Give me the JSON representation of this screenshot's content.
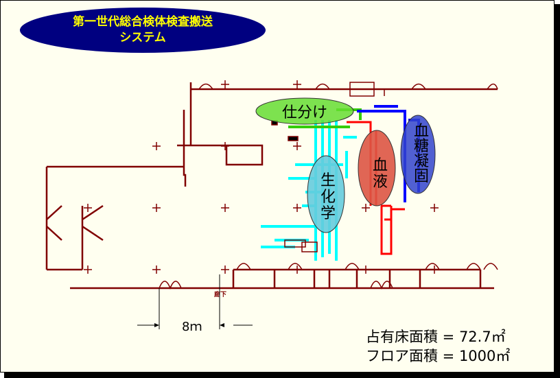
{
  "title": {
    "line1": "第一世代総合検体検査搬送",
    "line2": "システム"
  },
  "zones": {
    "sorting": "仕分け",
    "biochem": [
      "生",
      "化",
      "学"
    ],
    "blood": [
      "血",
      "液"
    ],
    "coag": [
      "血",
      "糖",
      "凝",
      "固"
    ]
  },
  "corridor_label": "廊下",
  "scale_label": "8ｍ",
  "info": {
    "occupied_area": "占有床面積 = 72.7㎡",
    "floor_area": "フロア面積 = 1000㎡"
  },
  "colors": {
    "navy": "#000080",
    "wall": "#800000",
    "biochem": "#00ffff",
    "blood": "#ff0000",
    "coag": "#0000ff",
    "sorting": "#33cc00"
  }
}
